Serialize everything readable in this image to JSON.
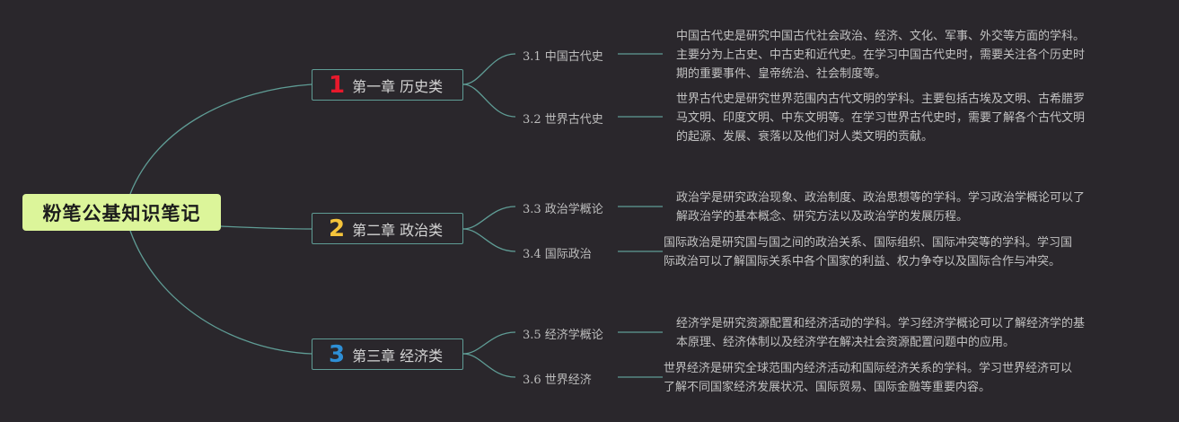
{
  "root": {
    "title": "粉笔公基知识笔记"
  },
  "colors": {
    "background": "#2a272c",
    "root_fill": "#dcf59a",
    "connector": "#5f9c95",
    "num_1": "#e8192c",
    "num_2": "#f5c43b",
    "num_3": "#2e8fd6"
  },
  "chapters": [
    {
      "number": "1",
      "label": "第一章 历史类",
      "topics": [
        {
          "label": "3.1 中国古代史",
          "desc": [
            "中国古代史是研究中国古代社会政治、经济、文化、军事、外交等方面的学科。",
            "主要分为上古史、中古史和近代史。在学习中国古代史时，需要关注各个历史时",
            "期的重要事件、皇帝统治、社会制度等。"
          ]
        },
        {
          "label": "3.2 世界古代史",
          "desc": [
            "世界古代史是研究世界范围内古代文明的学科。主要包括古埃及文明、古希腊罗",
            "马文明、印度文明、中东文明等。在学习世界古代史时，需要了解各个古代文明",
            "的起源、发展、衰落以及他们对人类文明的贡献。"
          ]
        }
      ]
    },
    {
      "number": "2",
      "label": "第二章 政治类",
      "topics": [
        {
          "label": "3.3 政治学概论",
          "desc": [
            "政治学是研究政治现象、政治制度、政治思想等的学科。学习政治学概论可以了",
            "解政治学的基本概念、研究方法以及政治学的发展历程。"
          ]
        },
        {
          "label": "3.4 国际政治",
          "desc": [
            "国际政治是研究国与国之间的政治关系、国际组织、国际冲突等的学科。学习国",
            "际政治可以了解国际关系中各个国家的利益、权力争夺以及国际合作与冲突。"
          ]
        }
      ]
    },
    {
      "number": "3",
      "label": "第三章 经济类",
      "topics": [
        {
          "label": "3.5 经济学概论",
          "desc": [
            "经济学是研究资源配置和经济活动的学科。学习经济学概论可以了解经济学的基",
            "本原理、经济体制以及经济学在解决社会资源配置问题中的应用。"
          ]
        },
        {
          "label": "3.6 世界经济",
          "desc": [
            "世界经济是研究全球范围内经济活动和国际经济关系的学科。学习世界经济可以",
            "了解不同国家经济发展状况、国际贸易、国际金融等重要内容。"
          ]
        }
      ]
    }
  ]
}
